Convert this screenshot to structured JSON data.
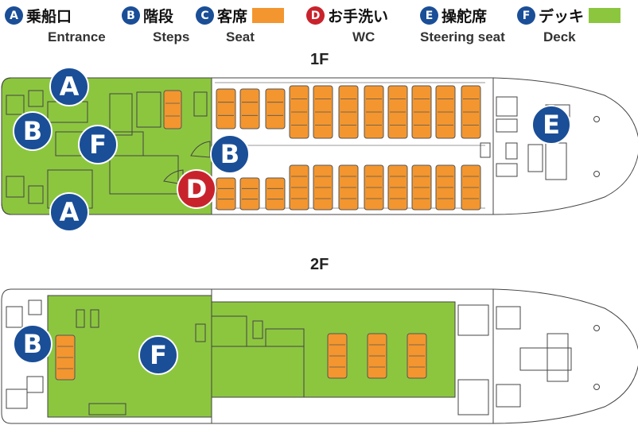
{
  "colors": {
    "badge_blue": "#1a4e97",
    "badge_red": "#c8232c",
    "seat": "#f3962f",
    "deck": "#8cc63f"
  },
  "legend": [
    {
      "letter": "A",
      "jp": "乗船口",
      "en": "Entrance",
      "color": "#1a4e97"
    },
    {
      "letter": "B",
      "jp": "階段",
      "en": "Steps",
      "color": "#1a4e97"
    },
    {
      "letter": "C",
      "jp": "客席",
      "en": "Seat",
      "color": "#1a4e97"
    },
    {
      "letter": "D",
      "jp": "お手洗い",
      "en": "WC",
      "color": "#c8232c"
    },
    {
      "letter": "E",
      "jp": "操舵席",
      "en": "Steering seat",
      "color": "#1a4e97"
    },
    {
      "letter": "F",
      "jp": "デッキ",
      "en": "Deck",
      "color": "#1a4e97"
    }
  ],
  "floors": {
    "first": "1F",
    "second": "2F"
  },
  "markers_1f": [
    {
      "letter": "A",
      "color": "#1a4e97"
    },
    {
      "letter": "B",
      "color": "#1a4e97"
    },
    {
      "letter": "F",
      "color": "#1a4e97"
    },
    {
      "letter": "B",
      "color": "#1a4e97"
    },
    {
      "letter": "D",
      "color": "#c8232c"
    },
    {
      "letter": "A",
      "color": "#1a4e97"
    },
    {
      "letter": "E",
      "color": "#1a4e97"
    }
  ],
  "markers_2f": [
    {
      "letter": "B",
      "color": "#1a4e97"
    },
    {
      "letter": "F",
      "color": "#1a4e97"
    }
  ]
}
